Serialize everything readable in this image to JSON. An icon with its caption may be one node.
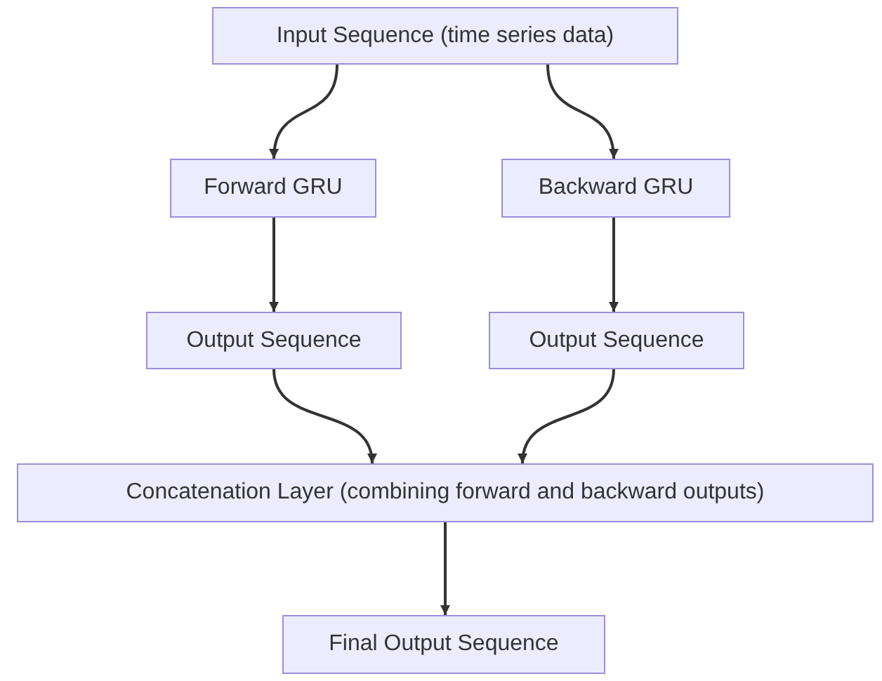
{
  "diagram": {
    "nodes": [
      {
        "text": [
          "Input Sequence (time series data)"
        ]
      },
      {
        "text": [
          "Forward GRU"
        ]
      },
      {
        "text": [
          "Backward GRU"
        ]
      },
      {
        "text": [
          "Output Sequence"
        ]
      },
      {
        "text": [
          "Output Sequence"
        ]
      },
      {
        "text": [
          "Concatenation Layer (combining forward and backward outputs)"
        ]
      },
      {
        "text": [
          "Final Output Sequence"
        ]
      }
    ],
    "edges": [
      {
        "from": 0,
        "to": 1,
        "arrow": "to"
      },
      {
        "from": 0,
        "to": 2,
        "arrow": "to"
      },
      {
        "from": 1,
        "to": 3,
        "arrow": "to"
      },
      {
        "from": 2,
        "to": 4,
        "arrow": "to"
      },
      {
        "from": 3,
        "to": 5,
        "arrow": "to"
      },
      {
        "from": 4,
        "to": 5,
        "arrow": "to"
      },
      {
        "from": 5,
        "to": 6,
        "arrow": "to"
      }
    ]
  }
}
